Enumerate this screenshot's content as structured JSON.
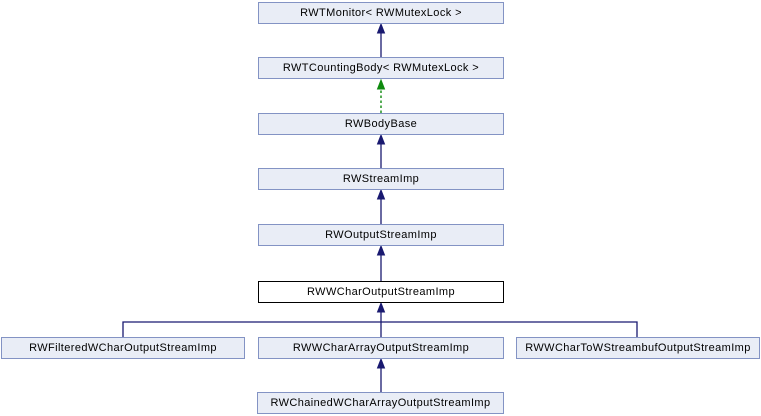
{
  "diagram": {
    "kind": "class-inheritance-graph",
    "background_color": "#ffffff",
    "colors": {
      "node_fill": "#e9edf6",
      "node_border": "#8393c4",
      "current_node_fill": "#ffffff",
      "current_node_border": "#000000",
      "text": "#000000",
      "edge_public_inheritance": "#191970",
      "edge_protected_inheritance": "#0e8a0e"
    },
    "nodes": [
      {
        "id": "rwtmonitor",
        "label": "RWTMonitor< RWMutexLock >",
        "current": false
      },
      {
        "id": "rwtcountingbody",
        "label": "RWTCountingBody< RWMutexLock >",
        "current": false
      },
      {
        "id": "rwbodybase",
        "label": "RWBodyBase",
        "current": false
      },
      {
        "id": "rwstreamimp",
        "label": "RWStreamImp",
        "current": false
      },
      {
        "id": "rwoutputstreamimp",
        "label": "RWOutputStreamImp",
        "current": false
      },
      {
        "id": "rwwcharoutputstreamimp",
        "label": "RWWCharOutputStreamImp",
        "current": true
      },
      {
        "id": "rwfilteredwcharoutputstreamimp",
        "label": "RWFilteredWCharOutputStreamImp",
        "current": false
      },
      {
        "id": "rwwchararrayoutputstreamimp",
        "label": "RWWCharArrayOutputStreamImp",
        "current": false
      },
      {
        "id": "rwwchartowstreambufoutputstreamimp",
        "label": "RWWCharToWStreambufOutputStreamImp",
        "current": false
      },
      {
        "id": "rwchainedwchararrayoutputstreamimp",
        "label": "RWChainedWCharArrayOutputStreamImp",
        "current": false
      }
    ],
    "edges": [
      {
        "from": "rwtcountingbody",
        "to": "rwtmonitor",
        "relation": "public",
        "style": "solid"
      },
      {
        "from": "rwbodybase",
        "to": "rwtcountingbody",
        "relation": "protected",
        "style": "dashed"
      },
      {
        "from": "rwstreamimp",
        "to": "rwbodybase",
        "relation": "public",
        "style": "solid"
      },
      {
        "from": "rwoutputstreamimp",
        "to": "rwstreamimp",
        "relation": "public",
        "style": "solid"
      },
      {
        "from": "rwwcharoutputstreamimp",
        "to": "rwoutputstreamimp",
        "relation": "public",
        "style": "solid"
      },
      {
        "from": "rwfilteredwcharoutputstreamimp",
        "to": "rwwcharoutputstreamimp",
        "relation": "public",
        "style": "solid"
      },
      {
        "from": "rwwchararrayoutputstreamimp",
        "to": "rwwcharoutputstreamimp",
        "relation": "public",
        "style": "solid"
      },
      {
        "from": "rwwchartowstreambufoutputstreamimp",
        "to": "rwwcharoutputstreamimp",
        "relation": "public",
        "style": "solid"
      },
      {
        "from": "rwchainedwchararrayoutputstreamimp",
        "to": "rwwchararrayoutputstreamimp",
        "relation": "public",
        "style": "solid"
      }
    ]
  }
}
